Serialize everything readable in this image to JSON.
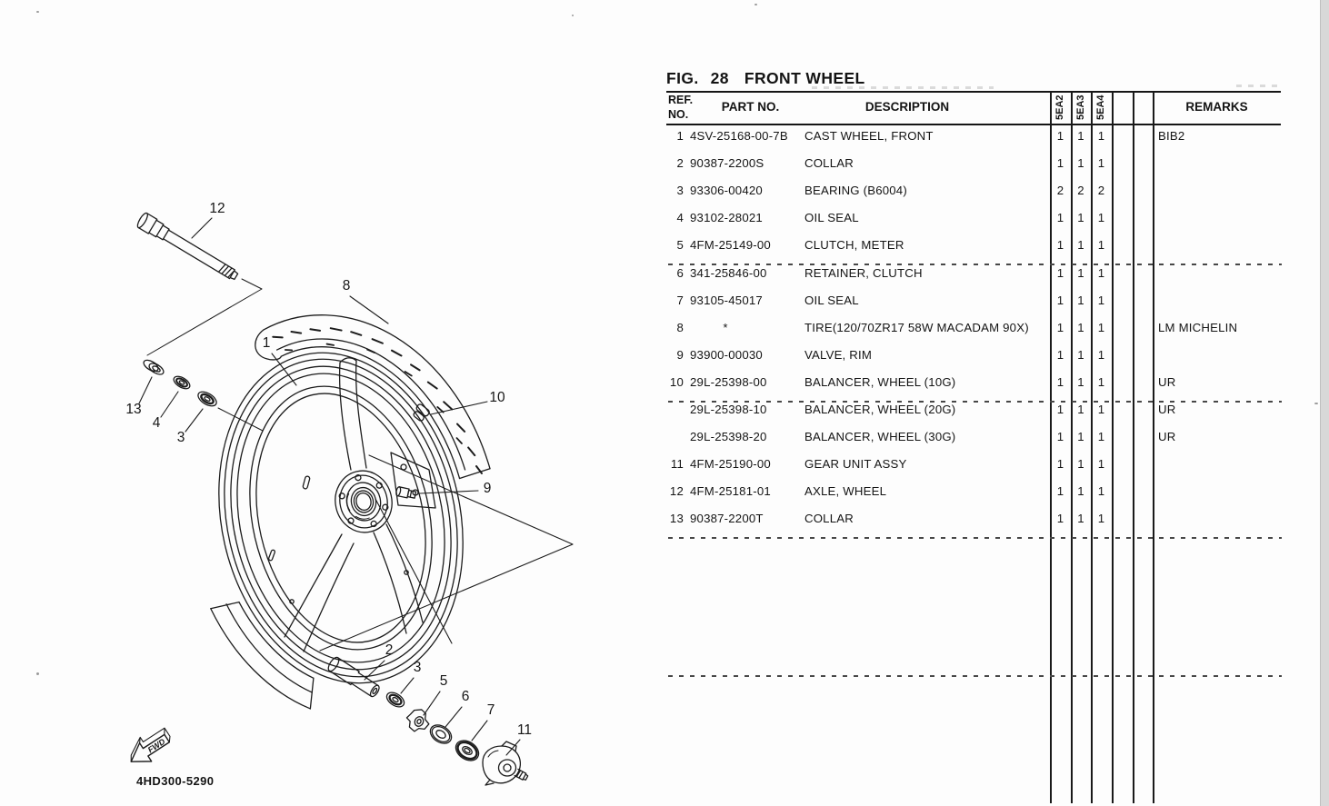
{
  "page": {
    "figure_label": "FIG.",
    "figure_number": "28",
    "figure_title": "FRONT WHEEL",
    "drawing_number": "4HD300-5290",
    "fwd_label": "FWD"
  },
  "table": {
    "headers": {
      "ref_line1": "REF.",
      "ref_line2": "NO.",
      "part": "PART NO.",
      "description": "DESCRIPTION",
      "model_codes": [
        "5EA2",
        "5EA3",
        "5EA4"
      ],
      "remarks": "REMARKS"
    },
    "rows": [
      {
        "ref": "1",
        "part": "4SV-25168-00-7B",
        "desc": "CAST WHEEL, FRONT",
        "qty": [
          "1",
          "1",
          "1"
        ],
        "remarks": "BIB2",
        "separator_after": false
      },
      {
        "ref": "2",
        "part": "90387-2200S",
        "desc": "COLLAR",
        "qty": [
          "1",
          "1",
          "1"
        ],
        "remarks": "",
        "separator_after": false
      },
      {
        "ref": "3",
        "part": "93306-00420",
        "desc": "BEARING (B6004)",
        "qty": [
          "2",
          "2",
          "2"
        ],
        "remarks": "",
        "separator_after": false
      },
      {
        "ref": "4",
        "part": "93102-28021",
        "desc": "OIL SEAL",
        "qty": [
          "1",
          "1",
          "1"
        ],
        "remarks": "",
        "separator_after": false
      },
      {
        "ref": "5",
        "part": "4FM-25149-00",
        "desc": "CLUTCH, METER",
        "qty": [
          "1",
          "1",
          "1"
        ],
        "remarks": "",
        "separator_after": true
      },
      {
        "ref": "6",
        "part": "341-25846-00",
        "desc": "RETAINER, CLUTCH",
        "qty": [
          "1",
          "1",
          "1"
        ],
        "remarks": "",
        "separator_after": false
      },
      {
        "ref": "7",
        "part": "93105-45017",
        "desc": "OIL SEAL",
        "qty": [
          "1",
          "1",
          "1"
        ],
        "remarks": "",
        "separator_after": false
      },
      {
        "ref": "8",
        "part": "*",
        "desc": "TIRE(120/70ZR17 58W MACADAM 90X)",
        "qty": [
          "1",
          "1",
          "1"
        ],
        "remarks": "LM MICHELIN",
        "separator_after": false
      },
      {
        "ref": "9",
        "part": "93900-00030",
        "desc": "VALVE, RIM",
        "qty": [
          "1",
          "1",
          "1"
        ],
        "remarks": "",
        "separator_after": false
      },
      {
        "ref": "10",
        "part": "29L-25398-00",
        "desc": "BALANCER, WHEEL (10G)",
        "qty": [
          "1",
          "1",
          "1"
        ],
        "remarks": "UR",
        "separator_after": true
      },
      {
        "ref": "",
        "part": "29L-25398-10",
        "desc": "BALANCER, WHEEL (20G)",
        "qty": [
          "1",
          "1",
          "1"
        ],
        "remarks": "UR",
        "separator_after": false
      },
      {
        "ref": "",
        "part": "29L-25398-20",
        "desc": "BALANCER, WHEEL (30G)",
        "qty": [
          "1",
          "1",
          "1"
        ],
        "remarks": "UR",
        "separator_after": false
      },
      {
        "ref": "11",
        "part": "4FM-25190-00",
        "desc": "GEAR UNIT ASSY",
        "qty": [
          "1",
          "1",
          "1"
        ],
        "remarks": "",
        "separator_after": false
      },
      {
        "ref": "12",
        "part": "4FM-25181-01",
        "desc": "AXLE, WHEEL",
        "qty": [
          "1",
          "1",
          "1"
        ],
        "remarks": "",
        "separator_after": false
      },
      {
        "ref": "13",
        "part": "90387-2200T",
        "desc": "COLLAR",
        "qty": [
          "1",
          "1",
          "1"
        ],
        "remarks": "",
        "separator_after": true
      }
    ]
  },
  "diagram": {
    "callouts": [
      "12",
      "8",
      "1",
      "13",
      "4",
      "3",
      "10",
      "9",
      "2",
      "3",
      "5",
      "6",
      "7",
      "11"
    ]
  }
}
